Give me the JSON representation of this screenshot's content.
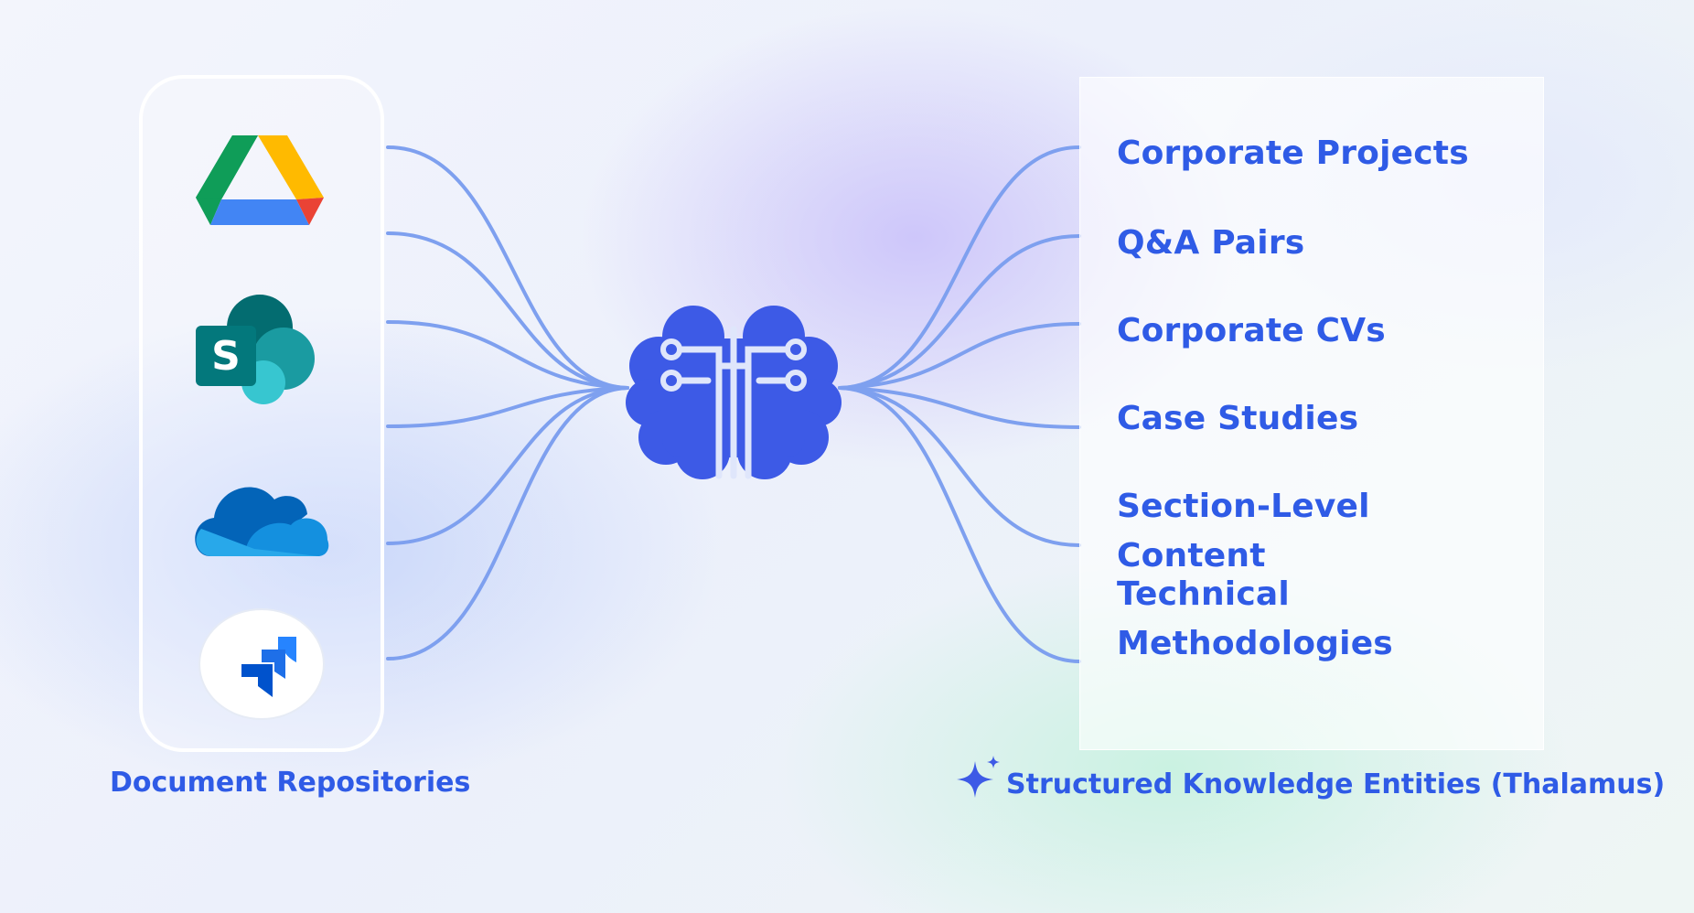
{
  "diagram": {
    "sources": {
      "caption": "Document Repositories",
      "items": [
        {
          "icon": "google-drive-icon",
          "colors": [
            "#0f9d58",
            "#ffba00",
            "#4285f4",
            "#ea4335"
          ]
        },
        {
          "icon": "sharepoint-icon",
          "colors": [
            "#036c70",
            "#1a9ba1",
            "#37c6d0"
          ]
        },
        {
          "icon": "onedrive-icon",
          "colors": [
            "#0364b8",
            "#0078d4",
            "#28a8ea"
          ]
        },
        {
          "icon": "jira-icon",
          "colors": [
            "#2684ff",
            "#0052cc"
          ]
        }
      ]
    },
    "hub": {
      "icon": "brain-circuit-icon",
      "color": "#3d5ae6"
    },
    "entities": {
      "caption": "Structured Knowledge Entities (Thalamus)",
      "caption_icon": "sparkle-icon",
      "items": [
        {
          "line1": "Corporate Projects"
        },
        {
          "line1": "Q&A Pairs"
        },
        {
          "line1": "Corporate CVs"
        },
        {
          "line1": "Case Studies"
        },
        {
          "line1": "Section-Level Content"
        },
        {
          "line1": "Technical",
          "line2": "Methodologies"
        }
      ]
    },
    "colors": {
      "accent": "#2f5be6",
      "connector": "#7ea0ef"
    }
  }
}
